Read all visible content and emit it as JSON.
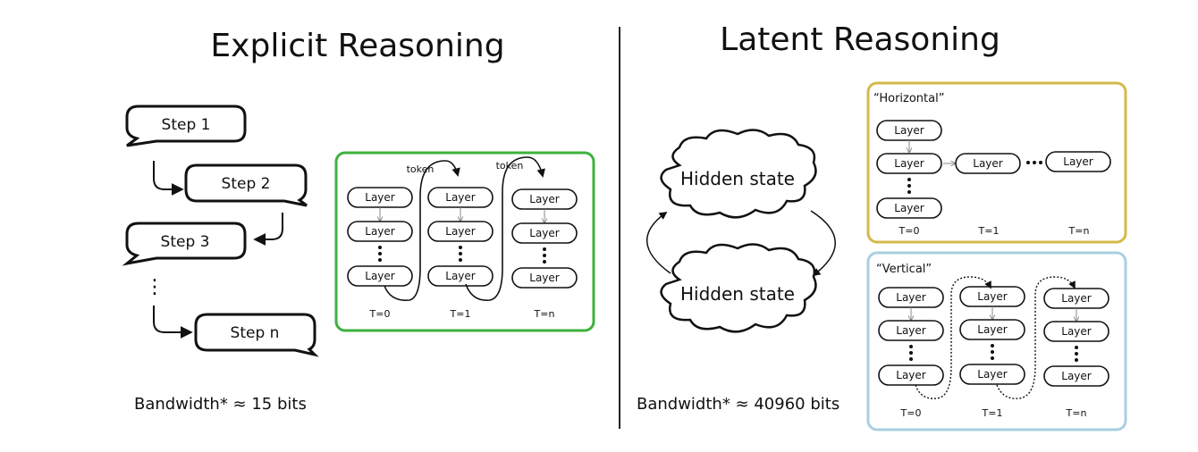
{
  "explicit": {
    "title": "Explicit Reasoning",
    "steps": [
      "Step 1",
      "Step 2",
      "Step 3",
      "Step n"
    ],
    "ellipsis": "⋮",
    "panel": {
      "border_color": "#3cb23c",
      "layer_label": "Layer",
      "token_label": "token",
      "time_labels": [
        "T=0",
        "T=1",
        "T=n"
      ]
    },
    "bandwidth": "Bandwidth* ≈ 15 bits"
  },
  "latent": {
    "title": "Latent Reasoning",
    "hidden_state_label": "Hidden state",
    "horizontal": {
      "title": "“Horizontal”",
      "border_color": "#d6b84a",
      "layer_label": "Layer",
      "time_labels": [
        "T=0",
        "T=1",
        "T=n"
      ]
    },
    "vertical": {
      "title": "“Vertical”",
      "border_color": "#a9cfe0",
      "layer_label": "Layer",
      "time_labels": [
        "T=0",
        "T=1",
        "T=n"
      ]
    },
    "bandwidth": "Bandwidth* ≈ 40960 bits"
  }
}
